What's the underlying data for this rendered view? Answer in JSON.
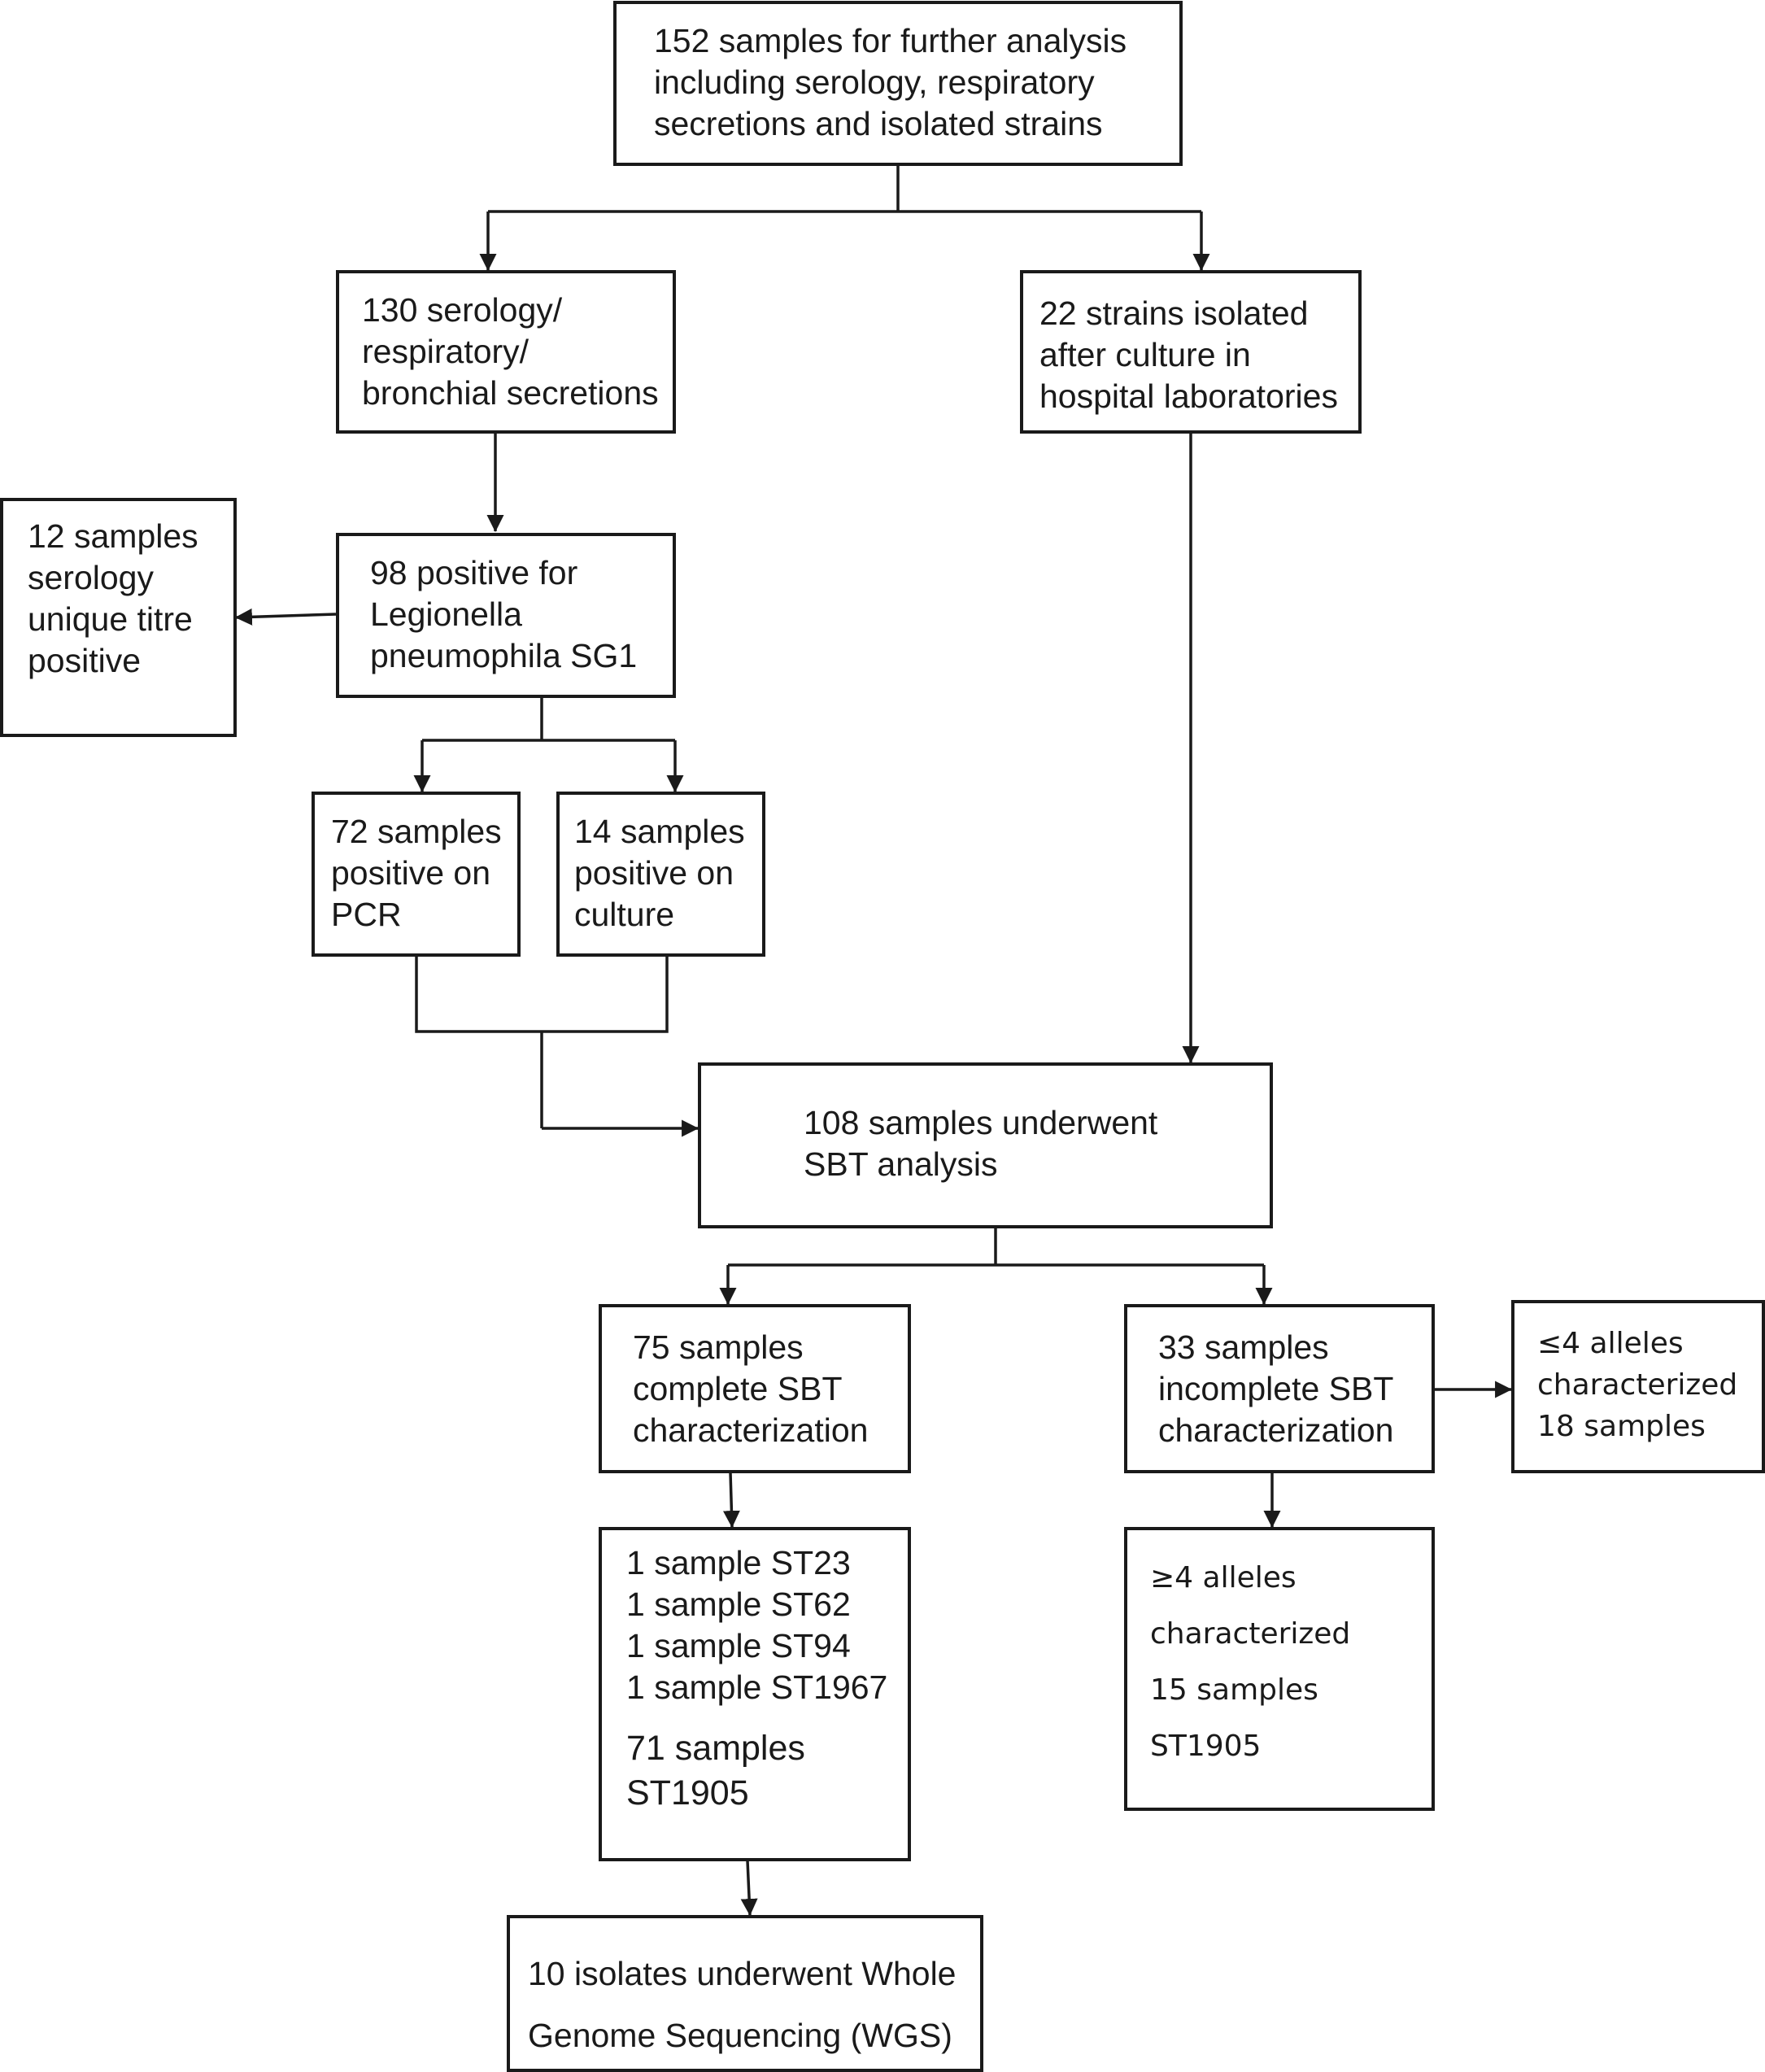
{
  "nodes": {
    "root": {
      "lines": [
        "152 samples for further analysis",
        "including serology, respiratory",
        "secretions and isolated strains"
      ]
    },
    "serology": {
      "lines": [
        "130 serology/",
        "respiratory/",
        "bronchial secretions"
      ]
    },
    "strains": {
      "lines": [
        "22 strains isolated",
        "after culture in",
        "hospital laboratories"
      ]
    },
    "unique_titre": {
      "lines": [
        "12 samples",
        "serology",
        "unique titre",
        "positive"
      ]
    },
    "lp_sg1": {
      "lines": [
        "98 positive for",
        "Legionella",
        "pneumophila SG1"
      ]
    },
    "pcr": {
      "lines": [
        "72 samples",
        "positive on",
        "PCR"
      ]
    },
    "culture": {
      "lines": [
        "14 samples",
        "positive on",
        "culture"
      ]
    },
    "sbt": {
      "lines": [
        "108 samples underwent",
        "SBT analysis"
      ]
    },
    "complete": {
      "lines": [
        "75 samples",
        "complete SBT",
        "characterization"
      ]
    },
    "incomplete": {
      "lines": [
        "33 samples",
        "incomplete SBT",
        "characterization"
      ]
    },
    "le4": {
      "lines": [
        "≤4 alleles",
        "characterized",
        "18 samples"
      ]
    },
    "st_list": {
      "lines": [
        "1 sample ST23",
        "1 sample ST62",
        "1 sample ST94",
        "1 sample ST1967"
      ],
      "lines2": [
        "71 samples",
        "ST1905"
      ]
    },
    "ge4": {
      "lines": [
        "≥4 alleles",
        "characterized",
        "15 samples",
        "ST1905"
      ]
    },
    "wgs": {
      "lines": [
        "10 isolates underwent Whole",
        "Genome Sequencing (WGS)"
      ]
    }
  },
  "colors": {
    "line": "#1a1a1a",
    "background": "#ffffff"
  }
}
